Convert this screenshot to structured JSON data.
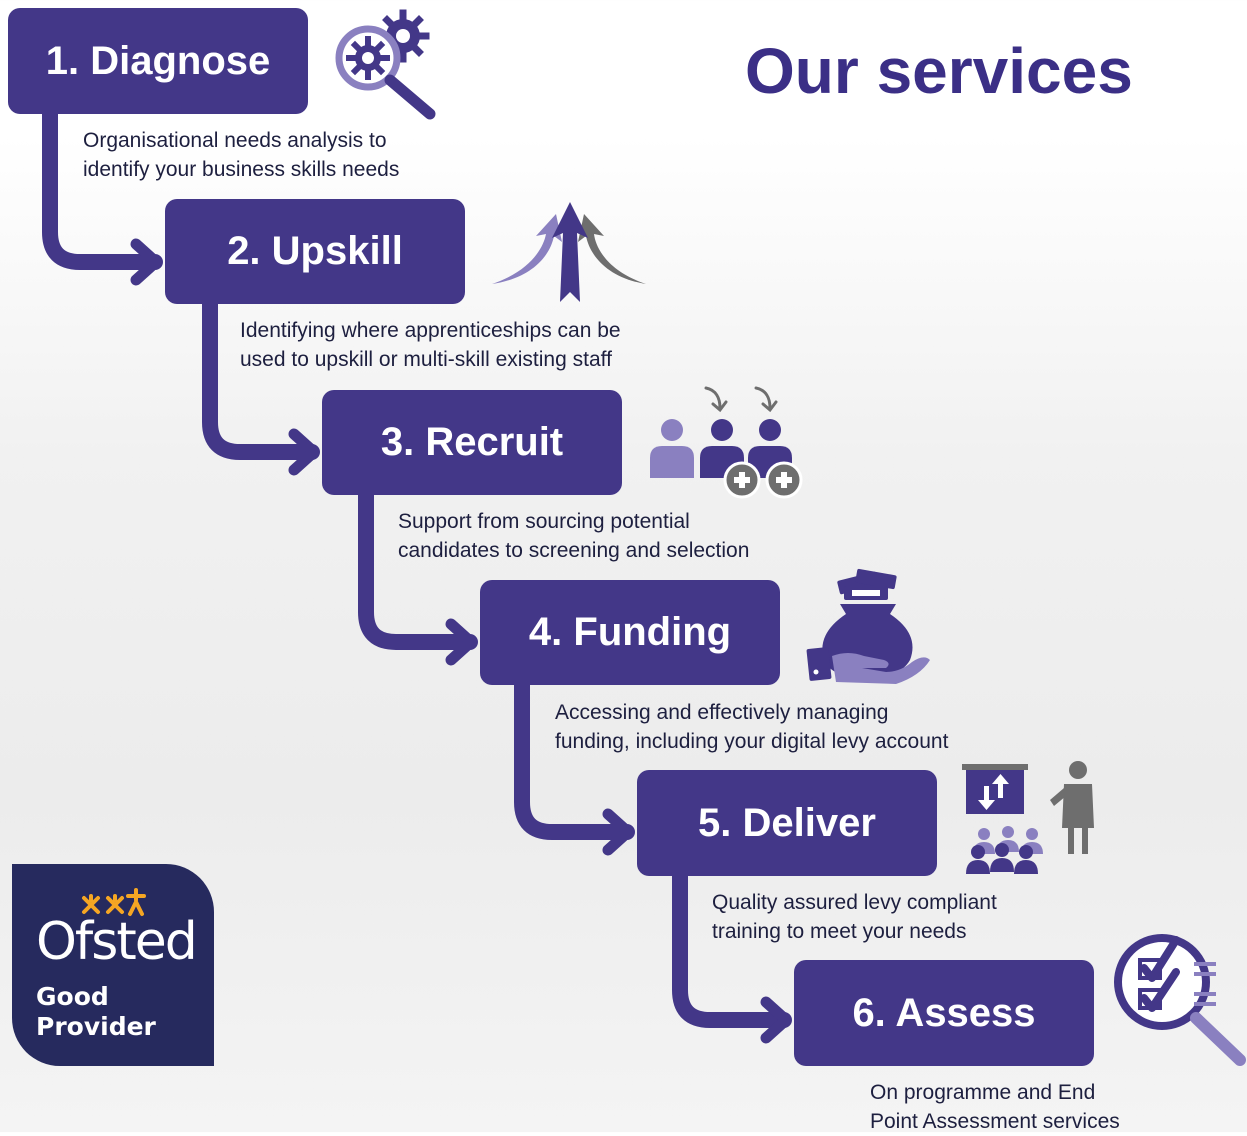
{
  "header": {
    "title": "Our services"
  },
  "steps": [
    {
      "label": "1. Diagnose",
      "desc": [
        "Organisational needs analysis to",
        "identify your business skills needs"
      ],
      "icon": "gears-magnifier-icon"
    },
    {
      "label": "2. Upskill",
      "desc": [
        "Identifying where apprenticeships can be",
        "used to upskill or multi-skill existing staff"
      ],
      "icon": "upward-arrows-icon"
    },
    {
      "label": "3. Recruit",
      "desc": [
        "Support from sourcing potential",
        "candidates to screening and selection"
      ],
      "icon": "add-people-icon"
    },
    {
      "label": "4. Funding",
      "desc": [
        "Accessing and effectively managing",
        "funding, including your digital levy account"
      ],
      "icon": "money-bag-hand-icon"
    },
    {
      "label": "5. Deliver",
      "desc": [
        "Quality assured levy compliant",
        "training to meet your needs"
      ],
      "icon": "presentation-audience-icon"
    },
    {
      "label": "6. Assess",
      "desc": [
        "On programme and End",
        "Point Assessment services"
      ],
      "icon": "checklist-magnifier-icon"
    }
  ],
  "badge": {
    "brand": "Ofsted",
    "rating_line1": "Good",
    "rating_line2": "Provider"
  },
  "colors": {
    "primary": "#433788",
    "light": "#8a80c0",
    "text": "#1d1f3f",
    "badge": "#262a5e",
    "star": "#f5a623",
    "grey": "#6e6e6e"
  }
}
